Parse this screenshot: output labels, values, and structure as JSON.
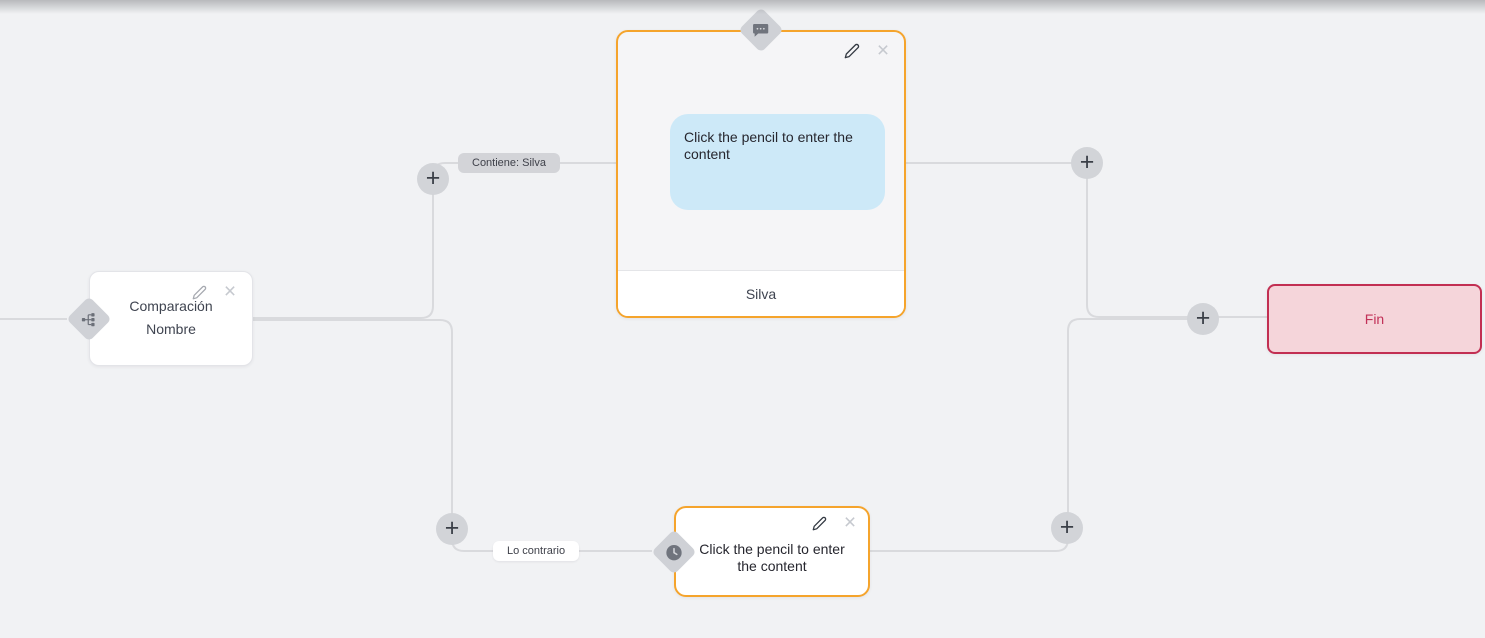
{
  "canvas": {
    "background": "#f1f2f4",
    "edge_color": "#d9dadd",
    "accent_orange": "#f5a42c",
    "end_red": "#c22f52",
    "bubble_blue": "#cde9f8"
  },
  "icons": {
    "plus": "+",
    "close": "×"
  },
  "nodes": {
    "comparison": {
      "title": "Comparación",
      "subtitle": "Nombre"
    },
    "message": {
      "body": "Click the pencil to enter the content",
      "footer": "Silva"
    },
    "wait": {
      "body": "Click the pencil to enter the content"
    },
    "end": {
      "label": "Fin"
    }
  },
  "edge_labels": {
    "condition_true": "Contiene: Silva",
    "condition_false": "Lo contrario"
  }
}
